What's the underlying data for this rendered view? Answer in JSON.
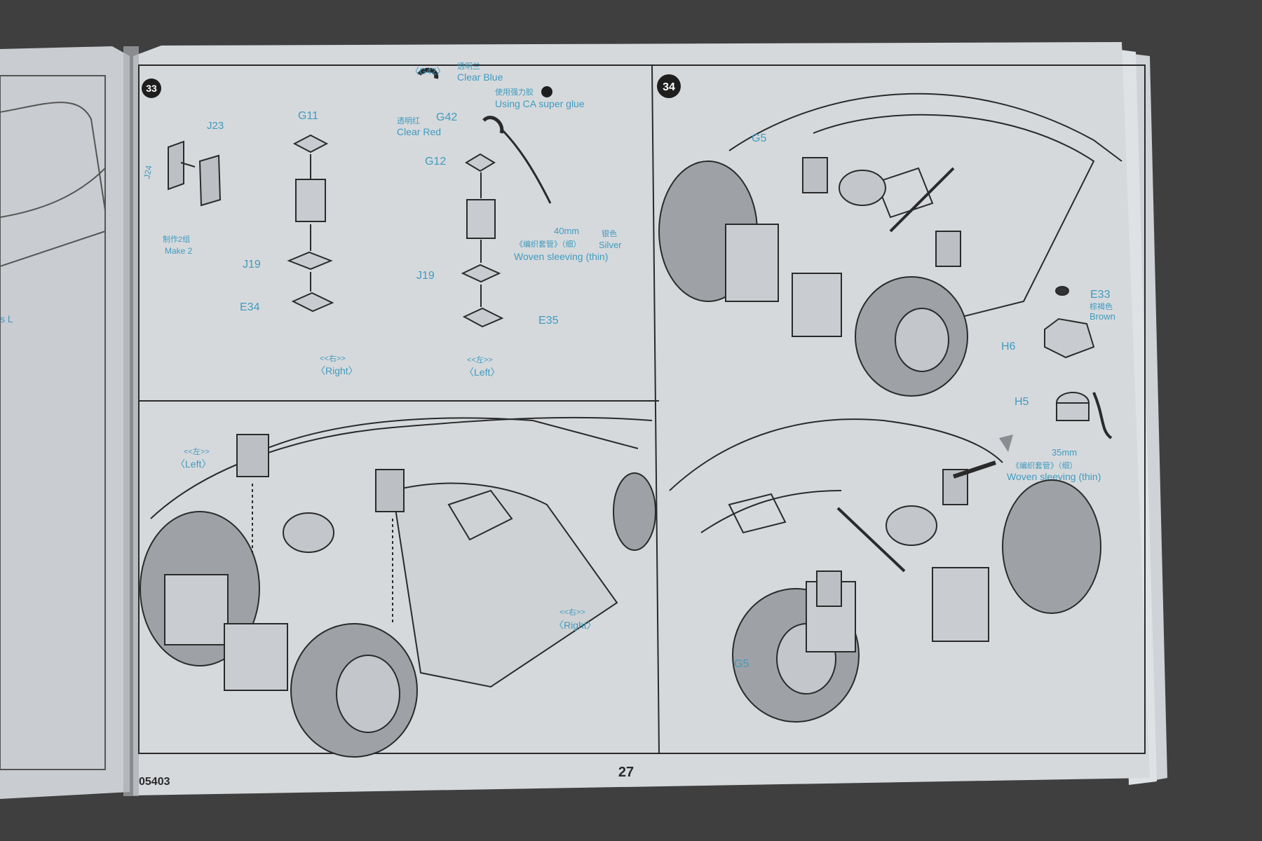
{
  "booklet": {
    "page_number": "27",
    "kit_number": "05403",
    "left_page_fragment": "s L"
  },
  "step33": {
    "number": "33",
    "make_2": {
      "cn": "制作2组",
      "en": "Make 2"
    },
    "clear_blue": {
      "part": "〈G42〉",
      "cn": "透明兰",
      "en": "Clear Blue"
    },
    "clear_red": {
      "cn": "透明红",
      "en": "Clear Red"
    },
    "glue": {
      "cn": "使用强力胶",
      "en": "Using CA super glue"
    },
    "sleeving": {
      "length": "40mm",
      "cn": "《编织套管》（细）",
      "en": "Woven sleeving (thin)",
      "color_cn": "银色",
      "color_en": "Silver"
    },
    "parts": {
      "j23": "J23",
      "j24": "J24",
      "g11": "G11",
      "g42": "G42",
      "g12": "G12",
      "j19_right": "J19",
      "j19_left": "J19",
      "e34": "E34",
      "e35": "E35"
    },
    "side_right": {
      "cn": "<<右>>",
      "en": "〈Right〉"
    },
    "side_left": {
      "cn": "<<左>>",
      "en": "〈Left〉"
    },
    "lower_left": {
      "cn": "<<左>>",
      "en": "〈Left〉"
    },
    "lower_right": {
      "cn": "<<右>>",
      "en": "〈Right〉"
    }
  },
  "step34": {
    "number": "34",
    "g5_top": "G5",
    "g5_bottom": "G5",
    "e33": {
      "part": "E33",
      "cn": "棕褐色",
      "en": "Brown"
    },
    "h6": "H6",
    "h5": "H5",
    "sleeving": {
      "length": "35mm",
      "cn": "《编织套管》（细）",
      "en": "Woven sleeving (thin)"
    }
  },
  "colors": {
    "background_carpet": "#3f3f3f",
    "paper": "#d6d9dc",
    "line_art": "#2a2a2a",
    "label_cyan": "#3f9bbf"
  }
}
